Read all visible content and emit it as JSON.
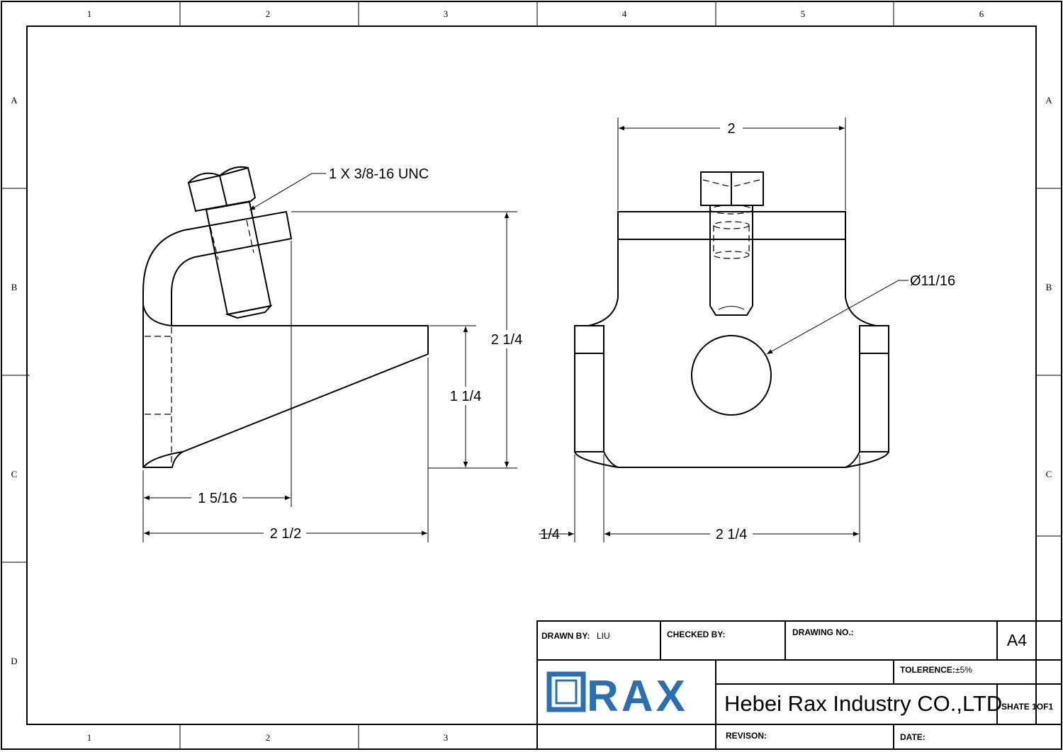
{
  "zones": {
    "columns": [
      "1",
      "2",
      "3",
      "4",
      "5",
      "6"
    ],
    "rows": [
      "A",
      "B",
      "C",
      "D"
    ]
  },
  "side_view": {
    "bolt_callout": "1 X 3/8-16 UNC",
    "dim_total_height": "2 1/4",
    "dim_base_height": "1 1/4",
    "dim_bolt_offset": "1 5/16",
    "dim_total_length": "2 1/2"
  },
  "front_view": {
    "dim_top_width": "2",
    "dim_hole_diameter": "Ø11/16",
    "dim_lip": "1/4",
    "dim_body_width": "2 1/4"
  },
  "title_block": {
    "drawn_by_label": "DRAWN BY:",
    "drawn_by_value": "LIU",
    "checked_by_label": "CHECKED BY:",
    "checked_by_value": "",
    "drawing_no_label": "DRAWING NO.:",
    "drawing_no_value": "",
    "sheet_size": "A4",
    "tolerance_label": "TOLERENCE:",
    "tolerance_value": "±5%",
    "logo_text": "RAX",
    "company": "Hebei Rax Industry CO.,LTD",
    "sheet": "SHATE 1OF1",
    "revision_label": "REVISON:",
    "date_label": "DATE:"
  },
  "colors": {
    "logo_blue": "#2b6fb3",
    "line": "#000000"
  }
}
